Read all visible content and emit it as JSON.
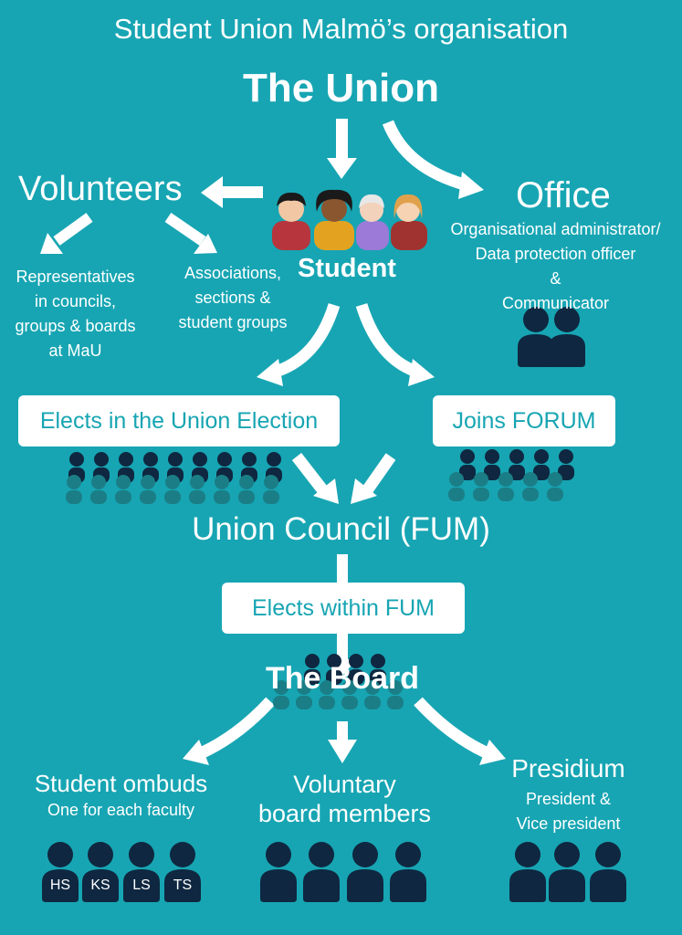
{
  "title": "Student Union Malmö’s organisation",
  "union": "The Union",
  "volunteers": {
    "label": "Volunteers",
    "representatives": [
      "Representatives",
      "in councils,",
      "groups & boards",
      "at MaU"
    ],
    "associations": [
      "Associations,",
      "sections &",
      "student groups"
    ]
  },
  "student": "Student",
  "office": {
    "label": "Office",
    "roles": [
      "Organisational administrator/",
      "Data protection officer",
      "&",
      "Communicator"
    ]
  },
  "elect_box": "Elects in the Union Election",
  "forum_box": "Joins FORUM",
  "council": "Union Council (FUM)",
  "fum_box": "Elects within FUM",
  "board": "The Board",
  "ombuds": {
    "label": "Student ombuds",
    "sub": "One for each faculty",
    "faculties": [
      "HS",
      "KS",
      "LS",
      "TS"
    ]
  },
  "voluntary": [
    "Voluntary",
    "board members"
  ],
  "presidium": {
    "label": "Presidium",
    "sub": [
      "President &",
      "Vice president"
    ]
  },
  "colors": {
    "background": "#17a5b3",
    "dark_person": "#0f2740",
    "light_person": "#1b7e86",
    "box": "#ffffff",
    "box_text": "#17a5b3"
  }
}
